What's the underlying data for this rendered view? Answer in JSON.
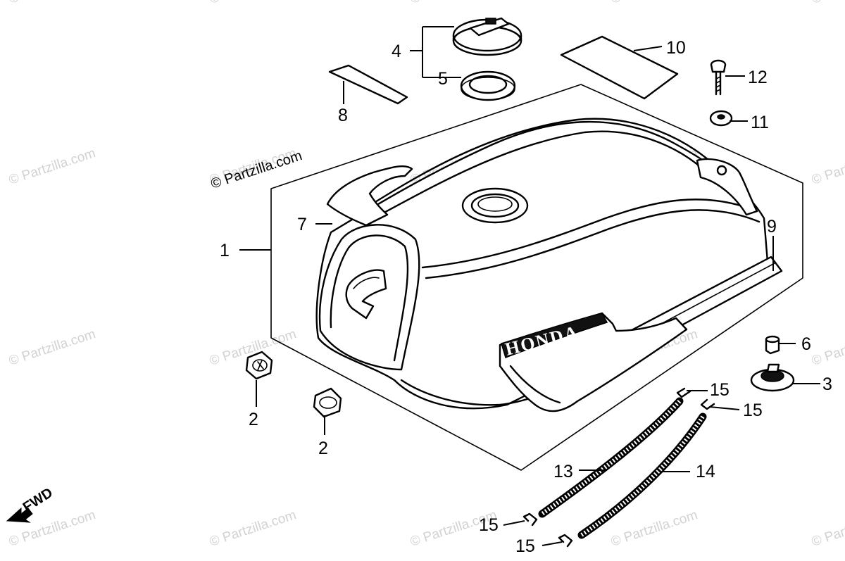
{
  "watermark_text": "© Partzilla.com",
  "credit_text": "© Partzilla.com",
  "brand_text": "HONDA",
  "direction_text": "FWD",
  "callouts": [
    {
      "label": "1"
    },
    {
      "label": "2"
    },
    {
      "label": "2"
    },
    {
      "label": "3"
    },
    {
      "label": "4"
    },
    {
      "label": "5"
    },
    {
      "label": "6"
    },
    {
      "label": "7"
    },
    {
      "label": "8"
    },
    {
      "label": "9"
    },
    {
      "label": "10"
    },
    {
      "label": "11"
    },
    {
      "label": "12"
    },
    {
      "label": "13"
    },
    {
      "label": "14"
    },
    {
      "label": "15"
    },
    {
      "label": "15"
    },
    {
      "label": "15"
    },
    {
      "label": "15"
    }
  ]
}
